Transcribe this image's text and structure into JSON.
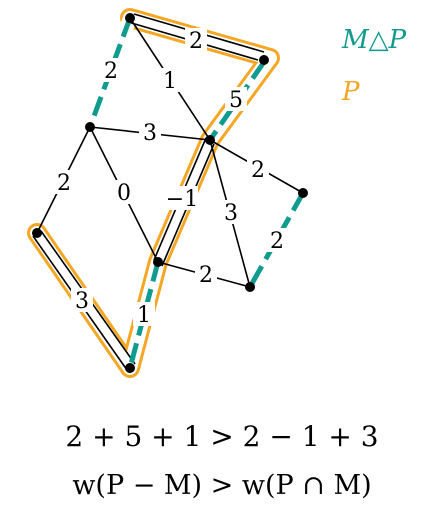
{
  "legend": {
    "sym_diff": {
      "label": "M△P",
      "color": "#0f9b8e"
    },
    "path": {
      "label": "P",
      "color": "#f5a623"
    }
  },
  "colors": {
    "edge": "#000000",
    "node": "#000000",
    "m_edge": "#0f9b8e",
    "p_highlight": "#f5a623"
  },
  "edge_weights": {
    "top_left": "2",
    "top_right": "2",
    "top_diag": "1",
    "right_upper": "5",
    "middle": "3",
    "left_upper": "2",
    "center_zero": "0",
    "center_neg": "−1",
    "right_mid": "2",
    "right_vertical": "3",
    "right_lower": "2",
    "bottom_mid": "2",
    "bottom_left": "3",
    "bottom_right": "1"
  },
  "equations": {
    "line1": "2 + 5 + 1 > 2 − 1 + 3",
    "line2": "w(P − M) > w(P ∩ M)"
  }
}
